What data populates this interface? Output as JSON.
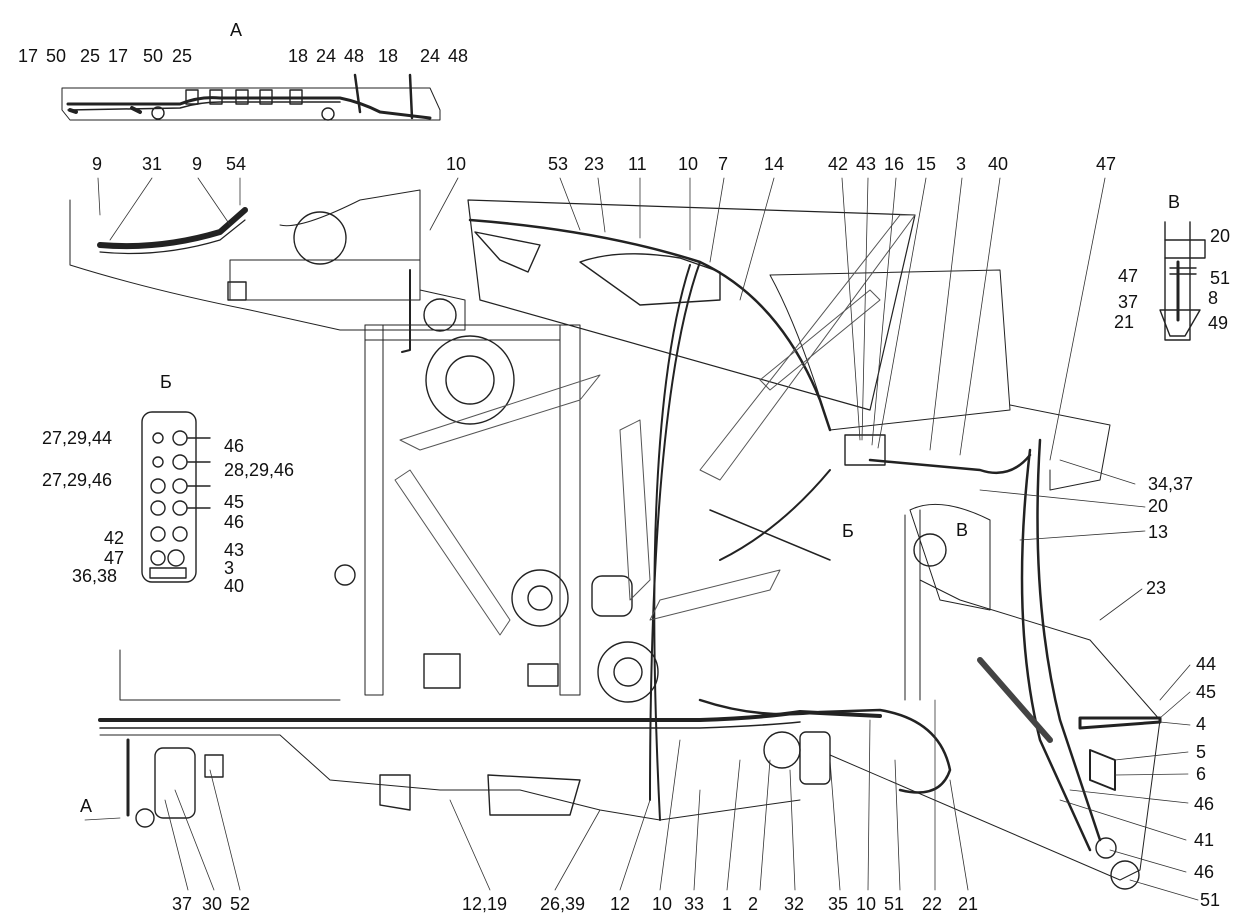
{
  "views": {
    "a": "А",
    "b": "Б",
    "v": "В"
  },
  "view_a": {
    "top": [
      "17",
      "50",
      "25",
      "17",
      "50",
      "25",
      "18",
      "24",
      "48",
      "18",
      "24",
      "48"
    ]
  },
  "top_labels": [
    "9",
    "31",
    "9",
    "54",
    "10",
    "53",
    "23",
    "11",
    "10",
    "7",
    "14",
    "42",
    "43",
    "16",
    "15",
    "3",
    "40",
    "47"
  ],
  "view_b": {
    "left": [
      "27,29,44",
      "27,29,46",
      "42",
      "47",
      "36,38"
    ],
    "right": [
      "46",
      "28,29,46",
      "45",
      "46",
      "43",
      "3",
      "40"
    ]
  },
  "view_v": {
    "left": [
      "47",
      "37",
      "21"
    ],
    "right": [
      "20",
      "51",
      "8",
      "49"
    ]
  },
  "right_labels": [
    "34,37",
    "20",
    "13",
    "23",
    "44",
    "45",
    "4",
    "5",
    "6",
    "46",
    "41",
    "46",
    "51"
  ],
  "bottom_labels": [
    "37",
    "30",
    "52",
    "12,19",
    "26,39",
    "12",
    "10",
    "33",
    "1",
    "2",
    "32",
    "35",
    "10",
    "51",
    "22",
    "21"
  ],
  "inline_labels": {
    "a_mark": "А",
    "b_mark": "Б",
    "v_mark": "В"
  }
}
